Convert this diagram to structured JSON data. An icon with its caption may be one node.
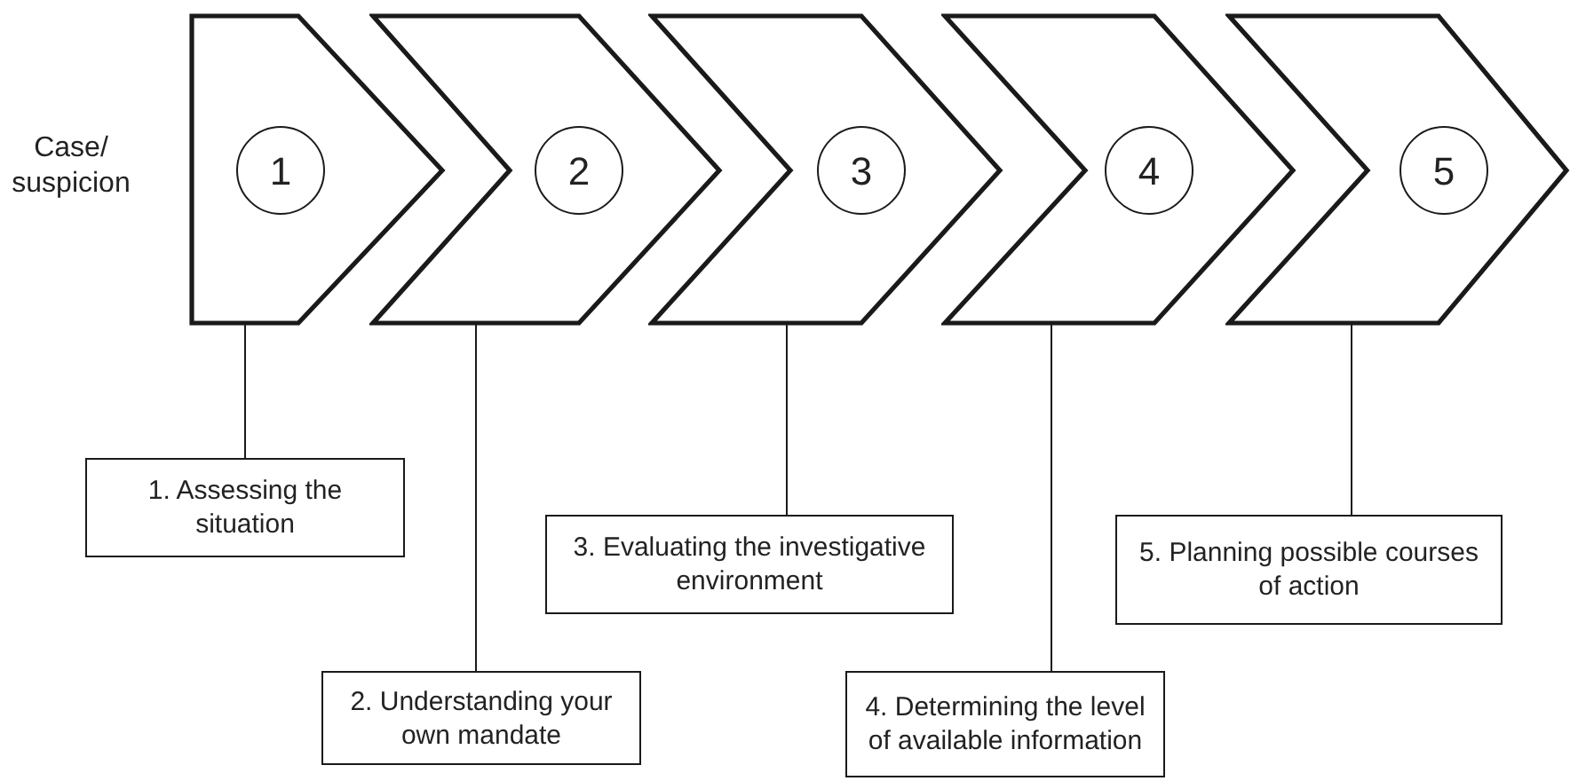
{
  "diagram": {
    "nodes": [
      {
        "text": [],
        "shape": "chevron"
      },
      {
        "text": [
          "1"
        ],
        "in": 0
      },
      {
        "text": [],
        "shape": "chevron"
      },
      {
        "text": [
          "2"
        ],
        "in": 2
      },
      {
        "text": [],
        "shape": "chevron"
      },
      {
        "text": [
          "3"
        ],
        "in": 4
      },
      {
        "text": [],
        "shape": "chevron"
      },
      {
        "text": [
          "4"
        ],
        "in": 6
      },
      {
        "text": [],
        "shape": "chevron"
      },
      {
        "text": [
          "5"
        ],
        "in": 8
      },
      {
        "text": [
          "1. Assessing the situation"
        ]
      },
      {
        "text": [
          "2. Understanding your own mandate"
        ]
      },
      {
        "text": [
          "3. Evaluating the investigative environment"
        ]
      },
      {
        "text": [
          "4. Determining the level of available information"
        ]
      },
      {
        "text": [
          "5. Planning possible courses of action"
        ]
      }
    ],
    "edges": [
      {
        "from": 0,
        "to": 10,
        "arrow": "none"
      },
      {
        "from": 2,
        "to": 11,
        "arrow": "none"
      },
      {
        "from": 4,
        "to": 12,
        "arrow": "none"
      },
      {
        "from": 6,
        "to": 13,
        "arrow": "none"
      },
      {
        "from": 8,
        "to": 14,
        "arrow": "none"
      }
    ],
    "labels": [
      "Case/ suspicion"
    ]
  }
}
